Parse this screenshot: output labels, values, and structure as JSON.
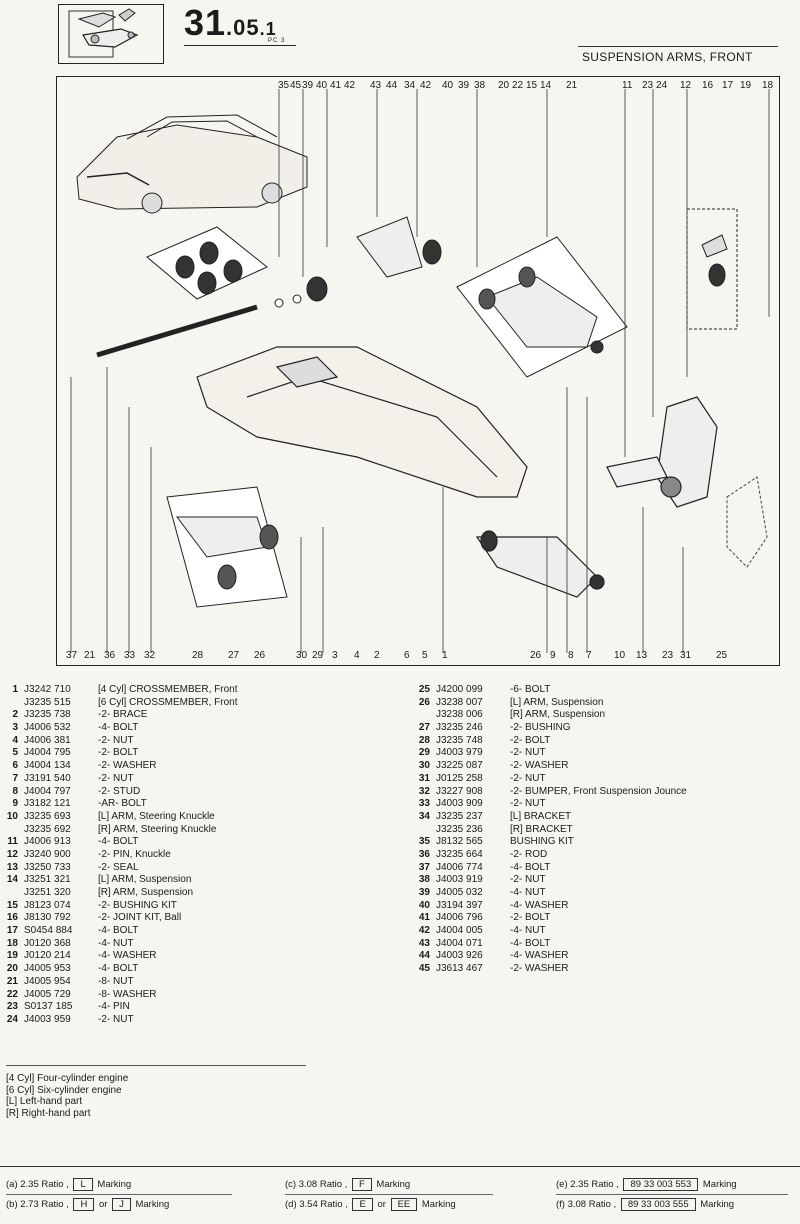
{
  "header": {
    "page_main": "31",
    "page_sub": ".05",
    "page_sub2": ".1",
    "pc_tag": "PC 3",
    "section_title": "SUSPENSION ARMS, FRONT"
  },
  "callouts_top": [
    "35",
    "45",
    "39",
    "40",
    "41",
    "42",
    "43",
    "44",
    "34",
    "42",
    "40",
    "39",
    "38",
    "20",
    "22",
    "15",
    "14",
    "21",
    "11",
    "23",
    "24",
    "12",
    "16",
    "17",
    "19",
    "18"
  ],
  "callouts_bottom": [
    "37",
    "21",
    "36",
    "33",
    "32",
    "28",
    "27",
    "26",
    "30",
    "29",
    "3",
    "4",
    "2",
    "6",
    "5",
    "1",
    "26",
    "9",
    "8",
    "7",
    "10",
    "13",
    "23",
    "31",
    "25"
  ],
  "parts_left": [
    {
      "ref": "1",
      "pn": "J3242 710",
      "desc": "[4 Cyl]   CROSSMEMBER, Front"
    },
    {
      "ref": "",
      "pn": "J3235 515",
      "desc": "[6 Cyl]   CROSSMEMBER, Front"
    },
    {
      "ref": "2",
      "pn": "J3235 738",
      "desc": "-2- BRACE"
    },
    {
      "ref": "3",
      "pn": "J4006 532",
      "desc": "-4- BOLT"
    },
    {
      "ref": "4",
      "pn": "J4006 381",
      "desc": "-2- NUT"
    },
    {
      "ref": "5",
      "pn": "J4004 795",
      "desc": "-2- BOLT"
    },
    {
      "ref": "6",
      "pn": "J4004 134",
      "desc": "-2- WASHER"
    },
    {
      "ref": "7",
      "pn": "J3191 540",
      "desc": "-2- NUT"
    },
    {
      "ref": "8",
      "pn": "J4004 797",
      "desc": "-2- STUD"
    },
    {
      "ref": "9",
      "pn": "J3182 121",
      "desc": "-AR- BOLT"
    },
    {
      "ref": "10",
      "pn": "J3235 693",
      "desc": "[L]   ARM, Steering Knuckle"
    },
    {
      "ref": "",
      "pn": "J3235 692",
      "desc": "[R]   ARM, Steering Knuckle"
    },
    {
      "ref": "11",
      "pn": "J4006 913",
      "desc": "-4- BOLT"
    },
    {
      "ref": "12",
      "pn": "J3240 900",
      "desc": "-2- PIN, Knuckle"
    },
    {
      "ref": "13",
      "pn": "J3250 733",
      "desc": "-2- SEAL"
    },
    {
      "ref": "14",
      "pn": "J3251 321",
      "desc": "[L]   ARM, Suspension"
    },
    {
      "ref": "",
      "pn": "J3251 320",
      "desc": "[R]   ARM, Suspension"
    },
    {
      "ref": "15",
      "pn": "J8123 074",
      "desc": "-2- BUSHING KIT"
    },
    {
      "ref": "16",
      "pn": "J8130 792",
      "desc": "-2- JOINT KIT, Ball"
    },
    {
      "ref": "17",
      "pn": "S0454 884",
      "desc": "-4- BOLT"
    },
    {
      "ref": "18",
      "pn": "J0120 368",
      "desc": "-4- NUT"
    },
    {
      "ref": "19",
      "pn": "J0120 214",
      "desc": "-4- WASHER"
    },
    {
      "ref": "20",
      "pn": "J4005 953",
      "desc": "-4- BOLT"
    },
    {
      "ref": "21",
      "pn": "J4005 954",
      "desc": "-8- NUT"
    },
    {
      "ref": "22",
      "pn": "J4005 729",
      "desc": "-8- WASHER"
    },
    {
      "ref": "23",
      "pn": "S0137 185",
      "desc": "-4- PIN"
    },
    {
      "ref": "24",
      "pn": "J4003 959",
      "desc": "-2- NUT"
    }
  ],
  "parts_right": [
    {
      "ref": "25",
      "pn": "J4200 099",
      "desc": "-6- BOLT"
    },
    {
      "ref": "26",
      "pn": "J3238 007",
      "desc": "[L]   ARM, Suspension"
    },
    {
      "ref": "",
      "pn": "J3238 006",
      "desc": "[R]   ARM, Suspension"
    },
    {
      "ref": "27",
      "pn": "J3235 246",
      "desc": "-2- BUSHING"
    },
    {
      "ref": "28",
      "pn": "J3235 748",
      "desc": "-2- BOLT"
    },
    {
      "ref": "29",
      "pn": "J4003 979",
      "desc": "-2- NUT"
    },
    {
      "ref": "30",
      "pn": "J3225 087",
      "desc": "-2- WASHER"
    },
    {
      "ref": "31",
      "pn": "J0125 258",
      "desc": "-2- NUT"
    },
    {
      "ref": "32",
      "pn": "J3227 908",
      "desc": "-2- BUMPER, Front Suspension Jounce"
    },
    {
      "ref": "33",
      "pn": "J4003 909",
      "desc": "-2- NUT"
    },
    {
      "ref": "34",
      "pn": "J3235 237",
      "desc": "[L]   BRACKET"
    },
    {
      "ref": "",
      "pn": "J3235 236",
      "desc": "[R]   BRACKET"
    },
    {
      "ref": "35",
      "pn": "J8132 565",
      "desc": "BUSHING KIT"
    },
    {
      "ref": "36",
      "pn": "J3235 664",
      "desc": "-2- ROD"
    },
    {
      "ref": "37",
      "pn": "J4006 774",
      "desc": "-4- BOLT"
    },
    {
      "ref": "38",
      "pn": "J4003 919",
      "desc": "-2- NUT"
    },
    {
      "ref": "39",
      "pn": "J4005 032",
      "desc": "-4- NUT"
    },
    {
      "ref": "40",
      "pn": "J3194 397",
      "desc": "-4- WASHER"
    },
    {
      "ref": "41",
      "pn": "J4006 796",
      "desc": "-2- BOLT"
    },
    {
      "ref": "42",
      "pn": "J4004 005",
      "desc": "-4- NUT"
    },
    {
      "ref": "43",
      "pn": "J4004 071",
      "desc": "-4- BOLT"
    },
    {
      "ref": "44",
      "pn": "J4003 926",
      "desc": "-4- WASHER"
    },
    {
      "ref": "45",
      "pn": "J3613 467",
      "desc": "-2- WASHER"
    }
  ],
  "legend": [
    "[4 Cyl]  Four-cylinder engine",
    "[6 Cyl]  Six-cylinder engine",
    "[L]  Left-hand part",
    "[R]  Right-hand part"
  ],
  "ratios": {
    "a": {
      "prefix": "(a) 2.35 Ratio ,",
      "box1": "L",
      "suffix": "Marking"
    },
    "b": {
      "prefix": "(b) 2.73 Ratio ,",
      "box1": "H",
      "mid": "or",
      "box2": "J",
      "suffix": "Marking"
    },
    "c": {
      "prefix": "(c) 3.08 Ratio ,",
      "box1": "F",
      "suffix": "Marking"
    },
    "d": {
      "prefix": "(d) 3.54 Ratio ,",
      "box1": "E",
      "mid": "or",
      "box2": "EE",
      "suffix": "Marking"
    },
    "e": {
      "prefix": "(e) 2.35 Ratio ,",
      "box1": "89 33 003 553",
      "suffix": "Marking"
    },
    "f": {
      "prefix": "(f)  3.08 Ratio ,",
      "box1": "89 33 003 555",
      "suffix": "Marking"
    }
  }
}
